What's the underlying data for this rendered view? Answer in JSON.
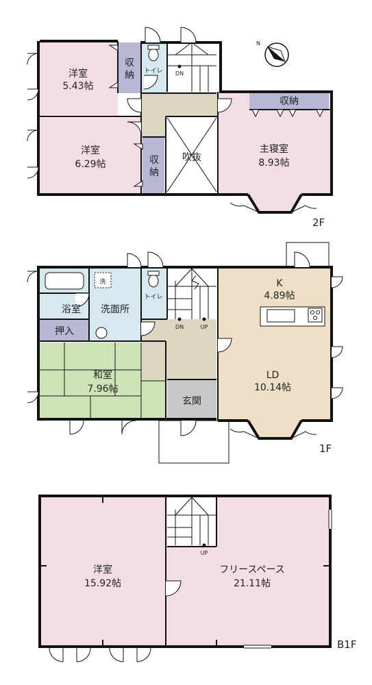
{
  "colors": {
    "western": "#f2dce6",
    "storage": "#b8b8d6",
    "hall": "#ddd6c2",
    "japanese": "#cfe3b8",
    "wet": "#d6e8f0",
    "ld": "#eee0c6",
    "genkan": "#c8c8c8",
    "wall": "#111111"
  },
  "compass": {
    "label": "N",
    "icon": "north-arrow-icon"
  },
  "floor2": {
    "label": "2F",
    "room_a": {
      "name": "洋室",
      "size": "5.43帖"
    },
    "room_b": {
      "name": "洋室",
      "size": "6.29帖"
    },
    "storage_a": "収\n納",
    "storage_b": "収\n納",
    "storage_c": "収納",
    "toilet": "トイレ",
    "stairs_dn": "DN",
    "void": "吹抜",
    "master": {
      "name": "主寝室",
      "size": "8.93帖"
    }
  },
  "floor1": {
    "label": "1F",
    "bath": "浴室",
    "washroom": "洗面所",
    "washer": "洗",
    "toilet": "トイレ",
    "stairs_dn": "DN",
    "stairs_up": "UP",
    "closet": "押入",
    "japanese": {
      "name": "和室",
      "size": "7.96帖"
    },
    "entrance": "玄関",
    "kitchen": {
      "name": "K",
      "size": "4.89帖"
    },
    "ld": {
      "name": "LD",
      "size": "10.14帖"
    }
  },
  "floorB1": {
    "label": "B1F",
    "room": {
      "name": "洋室",
      "size": "15.92帖"
    },
    "free": {
      "name": "フリースペース",
      "size": "21.11帖"
    },
    "stairs_up": "UP"
  }
}
